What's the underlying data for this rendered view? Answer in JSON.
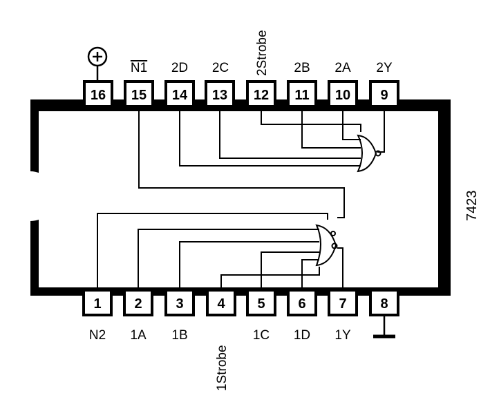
{
  "chip": {
    "part_number": "7423",
    "colors": {
      "ink": "#000000",
      "paper": "#ffffff"
    },
    "top_pins": [
      {
        "num": "16",
        "label": "",
        "icon": "vcc-plus-icon"
      },
      {
        "num": "15",
        "label": "N1",
        "overline": true
      },
      {
        "num": "14",
        "label": "2D"
      },
      {
        "num": "13",
        "label": "2C"
      },
      {
        "num": "12",
        "label": "2Strobe",
        "vertical": true
      },
      {
        "num": "11",
        "label": "2B"
      },
      {
        "num": "10",
        "label": "2A"
      },
      {
        "num": "9",
        "label": "2Y"
      }
    ],
    "bottom_pins": [
      {
        "num": "1",
        "label": "N2"
      },
      {
        "num": "2",
        "label": "1A"
      },
      {
        "num": "3",
        "label": "1B"
      },
      {
        "num": "4",
        "label": "1Strobe",
        "vertical": true
      },
      {
        "num": "5",
        "label": "1C"
      },
      {
        "num": "6",
        "label": "1D"
      },
      {
        "num": "7",
        "label": "1Y"
      },
      {
        "num": "8",
        "label": "",
        "icon": "ground-icon"
      }
    ]
  }
}
